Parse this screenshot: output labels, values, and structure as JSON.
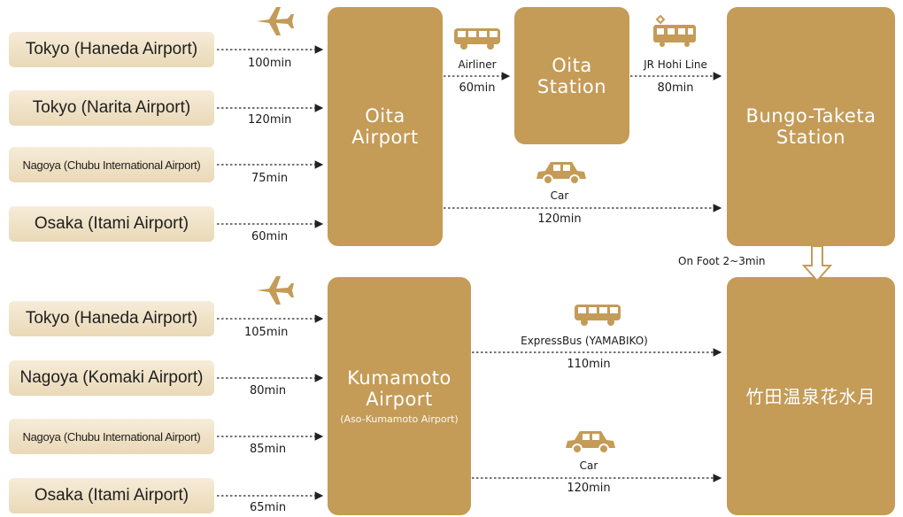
{
  "origins": [
    {
      "label": "Tokyo (Haneda Airport)",
      "duration": "100min"
    },
    {
      "label": "Tokyo (Narita Airport)",
      "duration": "120min"
    },
    {
      "label": "Nagoya (Chubu International Airport)",
      "duration": "75min"
    },
    {
      "label": "Osaka (Itami Airport)",
      "duration": "60min"
    },
    {
      "label": "Tokyo (Haneda Airport)",
      "duration": "105min"
    },
    {
      "label": "Nagoya (Komaki Airport)",
      "duration": "80min"
    },
    {
      "label": "Nagoya (Chubu International Airport)",
      "duration": "85min"
    },
    {
      "label": "Osaka (Itami Airport)",
      "duration": "65min"
    }
  ],
  "hubs": {
    "oita_airport": "Oita\nAirport",
    "oita_station": "Oita\nStation",
    "bungo_taketa": "Bungo-Taketa\nStation",
    "kumamoto_airport": "Kumamoto\nAirport",
    "kumamoto_airport_sub": "(Aso-Kumamoto Airport)",
    "destination": "竹田温泉花水月"
  },
  "routes": {
    "airliner": {
      "label": "Airliner",
      "duration": "60min"
    },
    "jr": {
      "label": "JR Hohi Line",
      "duration": "80min"
    },
    "car_oita": {
      "label": "Car",
      "duration": "120min"
    },
    "walk": {
      "label": "On Foot 2~3min"
    },
    "express": {
      "label": "ExpressBus (YAMABIKO)",
      "duration": "110min"
    },
    "car_kumamoto": {
      "label": "Car",
      "duration": "120min"
    }
  },
  "icons": [
    "plane-icon",
    "bus-icon",
    "train-icon",
    "car-icon",
    "down-arrow-icon"
  ],
  "colors": {
    "accent": "#c49b57",
    "origin_bg": "#efe1c5"
  }
}
